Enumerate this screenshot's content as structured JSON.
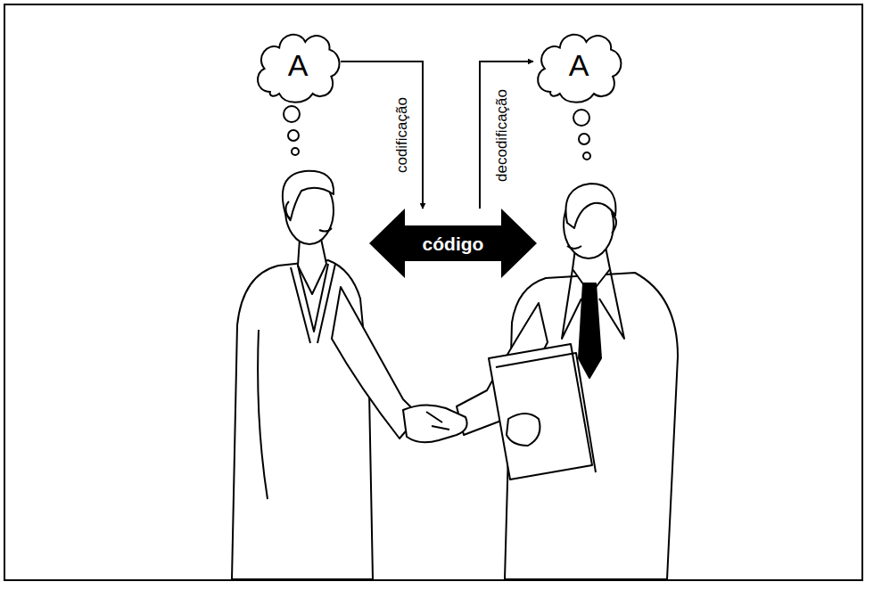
{
  "diagram": {
    "nodes": [
      {
        "text": [
          "A"
        ]
      },
      {
        "text": [
          "A"
        ]
      },
      {
        "text": [
          "código"
        ]
      }
    ],
    "edges": [
      {
        "from": 0,
        "to": 2,
        "arrow": "to",
        "label": "codificação"
      },
      {
        "from": 2,
        "to": 1,
        "arrow": "to",
        "label": "decodificação"
      }
    ]
  }
}
